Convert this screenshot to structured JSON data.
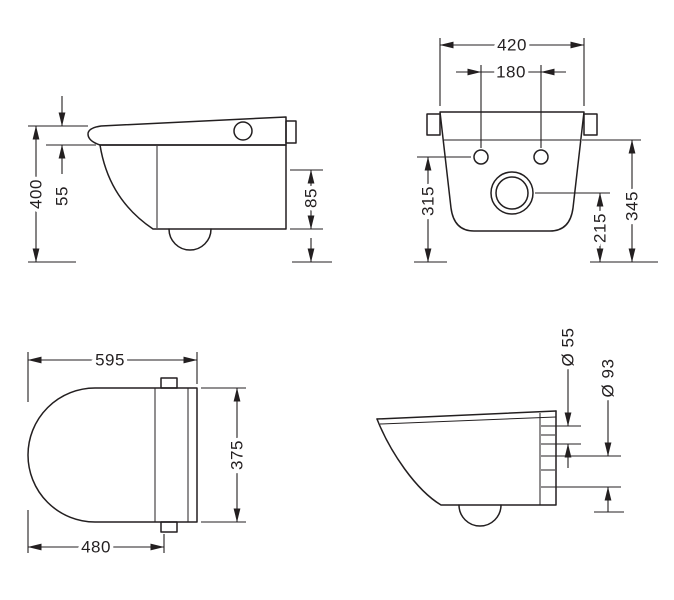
{
  "drawing": {
    "type": "technical dimension drawing",
    "background_color": "#ffffff",
    "line_color": "#231f20",
    "views": {
      "side": {
        "name": "side view with seat and lid",
        "dim_total_height": "400",
        "dim_seat_height": "55",
        "dim_rear_height": "85"
      },
      "rear": {
        "name": "rear view with fixing holes and outlet",
        "dim_width": "420",
        "dim_hole_spacing": "180",
        "dim_height_holes": "315",
        "dim_height_outlet": "215",
        "dim_height_total": "345"
      },
      "top": {
        "name": "top view",
        "dim_length": "595",
        "dim_width": "375",
        "dim_length_ceramic": "480"
      },
      "connections": {
        "name": "side view with connection pipes",
        "dim_supply_diameter": "Ø 55",
        "dim_outlet_diameter": "Ø 93"
      }
    }
  }
}
